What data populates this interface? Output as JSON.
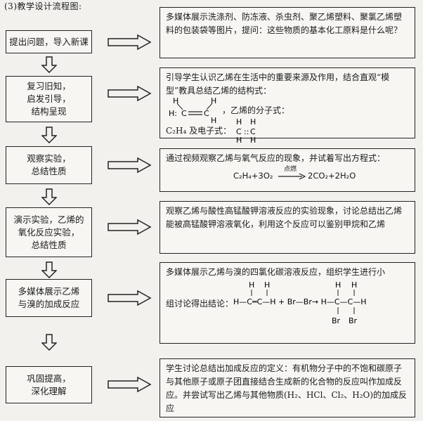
{
  "heading": "(3)教学设计流程图:",
  "steps": [
    {
      "left": "提出问题，导入新课",
      "right": "多媒体展示洗涤剂、防冻液、杀虫剂、聚乙烯塑料、聚氯乙烯塑料的包装袋等图片，提问：这些物质的基本化工原料是什么呢？"
    },
    {
      "left": "复习旧知，\n启发引导，\n结构呈现",
      "right_a": "引导学生认识乙烯在生活中的重要来源及作用，结合直观“模型”教具总结乙烯的结构式：",
      "right_b": "，乙烯的分子式：",
      "right_c": "C₂H₄ 及电子式：",
      "struct_H": "H",
      "struct_C": "C",
      "dots": ":"
    },
    {
      "left": "观察实验，\n总结性质",
      "right": "通过视频观察乙烯与氧气反应的现象，并试着写出方程式：",
      "eq_left": "C₂H₄+3O₂",
      "eq_cond": "点燃",
      "eq_right": "2CO₂+2H₂O"
    },
    {
      "left": "演示实验，乙烯的\n氧化反应实验，\n总结性质",
      "right": "观察乙烯与酸性高锰酸钾溶液反应的实验现象，讨论总结出乙烯能被高锰酸钾溶液氧化，利用这个反应可以鉴别甲烷和乙烯"
    },
    {
      "left": "多媒体展示乙烯\n与溴的加成反应",
      "right_a": "多媒体展示乙烯与溴的四氯化碳溶液反应，组织学生进行小",
      "right_b": "组讨论得出结论：",
      "eq": "H—C═C—H + Br—Br → H—C—C—H",
      "br": "Br",
      "h": "H"
    },
    {
      "left": "巩固提高，\n深化理解",
      "right": "学生讨论总结出加成反应的定义：有机物分子中的不饱和碳原子与其他原子或原子团直接结合生成新的化合物的反应叫作加成反应。并尝试写出乙烯与其他物质(H₂、HCl、Cl₂、H₂O)的加成反应"
    }
  ]
}
